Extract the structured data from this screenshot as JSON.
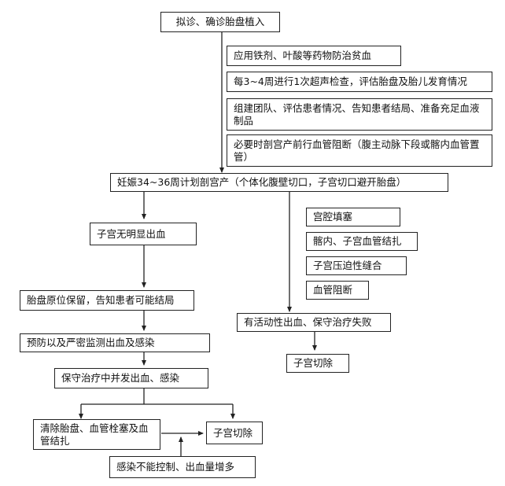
{
  "diagram": {
    "nodes": {
      "start": "拟诊、确诊胎盘植入",
      "iron": "应用铁剂、叶酸等药物防治贫血",
      "ultrasound": "每3~4周进行1次超声检查，评估胎盘及胎儿发育情况",
      "team": "组建团队、评估患者情况、告知患者结局、准备充足血液制品",
      "block": "必要时剖宫产前行血管阻断（腹主动脉下段或髂内血管置管）",
      "cesarean": "妊娠34~36周计划剖宫产（个体化腹壁切口，子宫切口避开胎盘）",
      "no_bleed": "子宫无明显出血",
      "packing": "宫腔填塞",
      "ligation": "髂内、子宫血管结扎",
      "compression": "子宫压迫性缝合",
      "occlusion": "血管阻断",
      "preserve": "胎盘原位保留，告知患者可能结局",
      "active_bleed": "有活动性出血、保守治疗失败",
      "hysterectomy_right": "子宫切除",
      "monitor": "预防以及严密监测出血及感染",
      "complication": "保守治疗中并发出血、感染",
      "clear": "清除胎盘、血管栓塞及血管结扎",
      "hysterectomy_bottom": "子宫切除",
      "uncontrolled": "感染不能控制、出血量增多"
    }
  }
}
